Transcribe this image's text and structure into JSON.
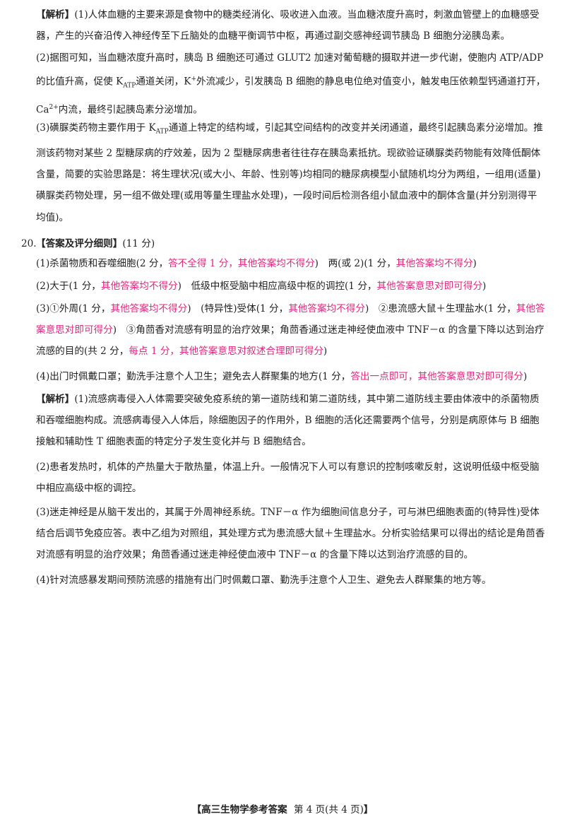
{
  "analysis19": {
    "label": "【解析】",
    "p1": "(1)人体血糖的主要来源是食物中的糖类经消化、吸收进入血液。当血糖浓度升高时，刺激血管壁上的血糖感受器，产生的兴奋沿传入神经传至下丘脑处的血糖平衡调节中枢，再通过副交感神经调节胰岛 B 细胞分泌胰岛素。",
    "p2a": "(2)据图可知，当血糖浓度升高时，胰岛 B 细胞还可通过 GLUT2 加速对葡萄糖的摄取并进一步代谢，使胞内 ATP/ADP 的比值升高，促使 K",
    "p2_sub": "ATP",
    "p2b": "通道关闭，K",
    "p2_sup1": "+",
    "p2c": "外流减少，引发胰岛 B 细胞的静息电位绝对值变小，触发电压依赖型钙通道打开，Ca",
    "p2_sup2": "2+",
    "p2d": "内流，最终引起胰岛素分泌增加。",
    "p3a": "(3)磺脲类药物主要作用于 K",
    "p3_sub": "ATP",
    "p3b": "通道上特定的结构域，引起其空间结构的改变并关闭通道，最终引起胰岛素分泌增加。推测该药物对某些 2 型糖尿病的疗效差，因为 2 型糖尿病患者往往存在胰岛素抵抗。现欲验证磺脲类药物能有效降低酮体含量，简要的实验思路是：将生理状况(或大小、年龄、性别等)均相同的糖尿病模型小鼠随机均分为两组，一组用(适量)磺脲类药物处理，另一组不做处理(或用等量生理盐水处理)，一段时间后检测各组小鼠血液中的酮体含量(并分别测得平均值)。"
  },
  "q20": {
    "number": "20.",
    "head": "【答案及评分细则】",
    "points": "(11 分)",
    "a1a": "(1)杀菌物质和吞噬细胞(2 分，",
    "a1b": "答不全得 1 分，其他答案均不得分",
    "a1c": ")　两(或 2)(1 分，",
    "a1d": "其他答案均不得分",
    "a1e": ")",
    "a2a": "(2)大于(1 分，",
    "a2b": "其他答案均不得分",
    "a2c": ")　低级中枢受脑中相应高级中枢的调控(1 分，",
    "a2d": "其他答案意思对即可得分",
    "a2e": ")",
    "a3a": "(3)①外周(1 分，",
    "a3b": "其他答案均不得分",
    "a3c": ")　(特异性)受体(1 分，",
    "a3d": "其他答案均不得分",
    "a3e": ")　②患流感大鼠＋生理盐水(1 分，",
    "a3f": "其他答案意思对即可得分",
    "a3g": ")　③角茴香对流感有明显的治疗效果；角茴香通过迷走神经使血液中 TNF－α 的含量下降以达到治疗流感的目的(共 2 分，",
    "a3h": "每点 1 分，其他答案意思对叙述合理即可得分",
    "a3i": ")",
    "a4a": "(4)出门时佩戴口罩；勤洗手注意个人卫生；避免去人群聚集的地方(1 分，",
    "a4b": "答出一点即可，其他答案意思对即可得分",
    "a4c": ")"
  },
  "analysis20": {
    "label": "【解析】",
    "p1": "(1)流感病毒侵入人体需要突破免疫系统的第一道防线和第二道防线，其中第二道防线主要由体液中的杀菌物质和吞噬细胞构成。流感病毒侵入人体后，除细胞因子的作用外，B 细胞的活化还需要两个信号，分别是病原体与 B 细胞接触和辅助性 T 细胞表面的特定分子发生变化并与 B 细胞结合。",
    "p2": "(2)患者发热时，机体的产热量大于散热量，体温上升。一般情况下人可以有意识的控制咳嗽反射，这说明低级中枢受脑中相应高级中枢的调控。",
    "p3": "(3)迷走神经是从脑干发出的，其属于外周神经系统。TNF－α 作为细胞间信息分子，可与淋巴细胞表面的(特异性)受体结合后调节免疫应答。表中乙组为对照组，其处理方式为患流感大鼠＋生理盐水。分析实验结果可以得出的结论是角茴香对流感有明显的治疗效果；角茴香通过迷走神经使血液中 TNF－α 的含量下降以达到治疗流感的目的。",
    "p4": "(4)针对流感暴发期间预防流感的措施有出门时佩戴口罩、勤洗手注意个人卫生、避免去人群聚集的地方等。"
  },
  "footer": {
    "title": "【高三生物学参考答案",
    "page": "第 4 页(共 4 页)",
    "close": "】"
  },
  "colors": {
    "emphasis": "#e0287e",
    "text": "#222222"
  }
}
